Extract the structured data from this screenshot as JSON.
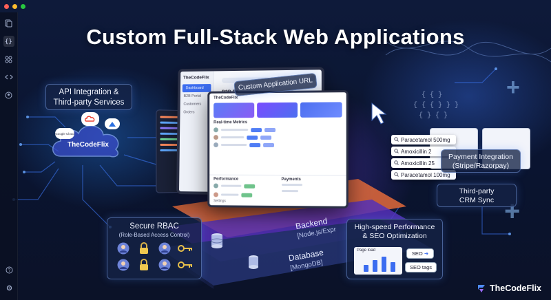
{
  "window": {
    "controls": [
      "close",
      "minimize",
      "maximize"
    ]
  },
  "sidebar": {
    "icons": [
      "files-icon",
      "braces-icon",
      "extensions-icon",
      "code-icon",
      "account-icon"
    ],
    "bottom_icons": [
      "help-icon",
      "settings-icon"
    ]
  },
  "hero": {
    "title": "Custom Full-Stack Web Applications"
  },
  "api": {
    "line1": "API Integration &",
    "line2": "Third-party Services"
  },
  "cloud": {
    "brand": "TheCodeFlix",
    "logos": [
      "google-cloud-icon",
      "gcp-icon",
      "azure-icon"
    ],
    "google_label": "Google Cloud"
  },
  "url_badge": {
    "label": "Custom Application URL"
  },
  "dashboard": {
    "logo": "TheCodeFlix",
    "nav": [
      "Dashboard",
      "B2B Portal",
      "Customers",
      "Orders"
    ],
    "back_title": "B2B Pp",
    "front_logo": "TheCodeFlix",
    "front_heading": "Real-time Metrics",
    "performance": "Performance",
    "payments": "Payments",
    "settings": "Settings"
  },
  "layers": {
    "backend": {
      "title": "Backend",
      "sub": "[Node.js/Expr"
    },
    "database": {
      "title": "Database",
      "sub": "[MongoDB]"
    }
  },
  "rbac": {
    "title": "Secure RBAC",
    "subtitle": "(Role-Based Access Control)",
    "icons": [
      "user-icon",
      "lock-icon",
      "user-icon",
      "key-icon",
      "user-icon",
      "lock-icon",
      "user-icon",
      "key-icon"
    ]
  },
  "perf": {
    "line1": "High-speed Performance",
    "line2": "& SEO Optimization",
    "chart_label": "Page load",
    "bar_levels": [
      0.35,
      0.6,
      0.8,
      0.5
    ],
    "seo_pill": "SEO",
    "seo_tags": "SEO tags"
  },
  "search": {
    "items": [
      "Paracetamol 500mg",
      "Amoxicillin 2",
      "Amoxicillin 25",
      "Paracetamol 100mg"
    ]
  },
  "payment": {
    "line1": "Payment Integration",
    "line2": "(Stripe/Razorpay)"
  },
  "crm": {
    "line1": "Third-party",
    "line2": "CRM Sync"
  },
  "footer": {
    "brand": "TheCodeFlix"
  },
  "colors": {
    "accent": "#3b6cf0",
    "purple": "#7a4cff",
    "background": "#0b1530"
  }
}
